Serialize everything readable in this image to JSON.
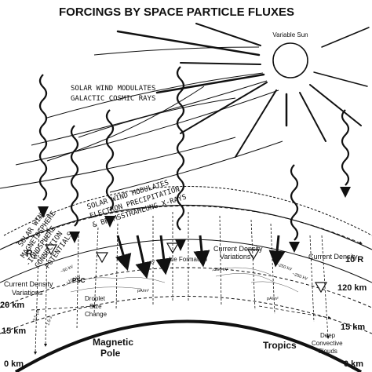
{
  "title": "FORCINGS BY SPACE PARTICLE FLUXES",
  "sun_label": "Variable Sun",
  "labels": {
    "solar_wind_gcr_1": "SOLAR WIND MODULATES",
    "solar_wind_gcr_2": "GALACTIC COSMIC RAYS",
    "electron_precip_1": "SOLAR WIND MODULATES",
    "electron_precip_2": "ELECTRON PRECIPITATION",
    "electron_precip_3": "& BREMSSTRAHLUNG X-RAYS",
    "coupling_1": "SOLAR WIND-",
    "coupling_2": "MAGNETOSPHERE",
    "coupling_3": "-IONOSPHERE",
    "coupling_4": "CONNECTION",
    "coupling_5": "POTENTIALS",
    "current_density_variations_center_1": "Current Density",
    "current_density_variations_center_2": "Variations",
    "ice_formation": "Ice Formation",
    "current_density_variations_left_1": "Current Density",
    "current_density_variations_left_2": "Variations",
    "current_density_right": "Current Density",
    "psc": "PSC",
    "droplet_1": "Droplet",
    "droplet_2": "Size",
    "droplet_3": "Change",
    "deep_1": "Deep",
    "deep_2": "Convective",
    "deep_3": "Clouds",
    "magnetic_1": "Magnetic",
    "magnetic_2": "Pole",
    "tropics": "Tropics",
    "re": "R",
    "re_sub": "E",
    "kv_1": "~50 kV",
    "kv_2": "~100 kV",
    "kv_3": "~250 kV",
    "kv_4": "~250 kV",
    "kv_5": "~250 kV",
    "kv_6": "~250 kV",
    "pam_1": "pA/m²",
    "pam_2": "pA/m²",
    "small_1": "3-5 μA",
    "small_2": "1.5-2",
    "alt_left_1": "20 km",
    "alt_left_2": "15 km",
    "alt_left_3": "0 km",
    "alt_right_1": "10 R",
    "alt_right_2": "120 km",
    "alt_right_3": "15 km",
    "alt_right_4": "0 km"
  }
}
